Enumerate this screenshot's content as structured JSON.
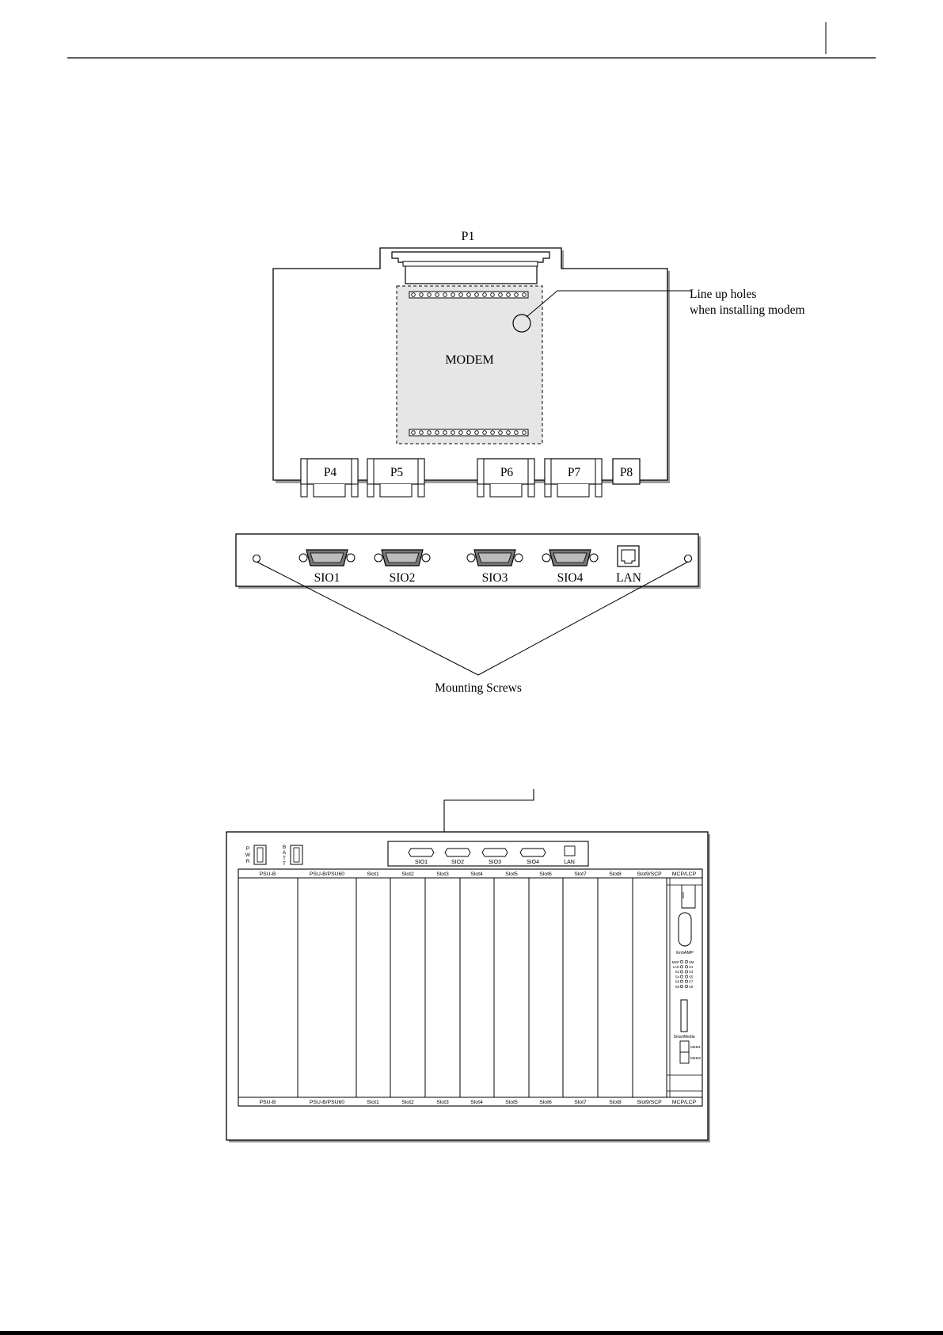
{
  "board": {
    "connector_top": "P1",
    "modem_label": "MODEM",
    "callout_line1": "Line up holes",
    "callout_line2": "when installing modem",
    "ports": [
      "P4",
      "P5",
      "P6",
      "P7",
      "P8"
    ]
  },
  "panel": {
    "ports": [
      "SIO1",
      "SIO2",
      "SIO3",
      "SIO4",
      "LAN"
    ],
    "mounting_label": "Mounting Screws"
  },
  "chassis": {
    "pwr_label": [
      "P",
      "W",
      "R"
    ],
    "batt_label": [
      "B",
      "A",
      "T",
      "T"
    ],
    "io_ports": [
      "SIO1",
      "SIO2",
      "SIO3",
      "SIO4",
      "LAN"
    ],
    "slots": [
      "PSU-B",
      "PSU-B/PSU60",
      "Slot1",
      "Slot2",
      "Slot3",
      "Slot4",
      "Slot5",
      "Slot6",
      "Slot7",
      "Slot8",
      "Slot9/SCP",
      "MCP/LCP"
    ],
    "mcp_card": {
      "label": "EnhAMP",
      "leds_left": [
        "MSP",
        "LAN",
        "S2",
        "S4",
        "S6",
        "S8"
      ],
      "leds_right": [
        "SM",
        "S1",
        "S3",
        "S5",
        "S7",
        "S9"
      ],
      "media_label": "SmartMedia",
      "mem_labels": [
        "MEM1",
        "MEM2"
      ]
    }
  },
  "colors": {
    "modem_fill": "#e6e6e6",
    "line": "#000000",
    "footer_bar": "#000000"
  }
}
